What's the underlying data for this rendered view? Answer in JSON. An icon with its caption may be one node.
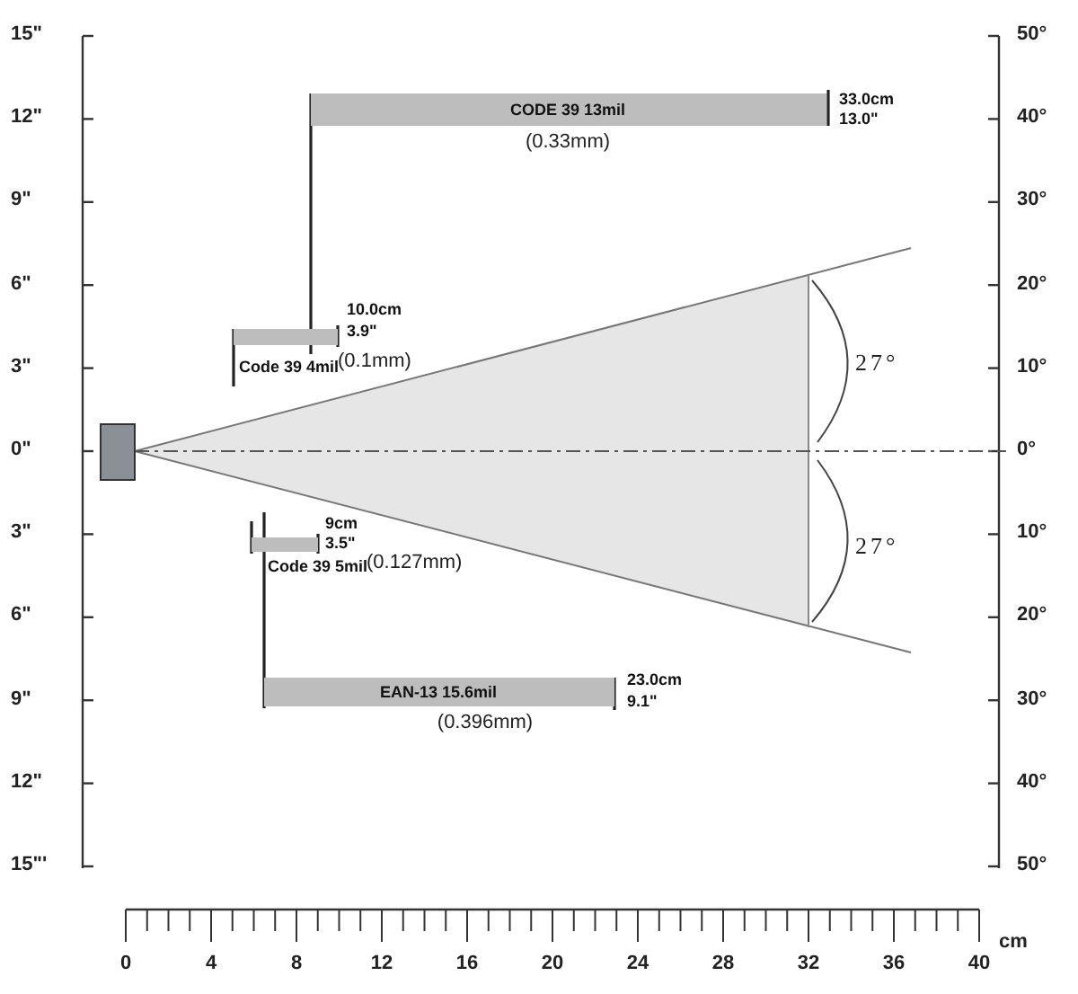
{
  "diagram": {
    "nodes": [
      {
        "text": [
          "CODE 39 13mil"
        ],
        "beside": [
          "33.0cm",
          "13.0\"",
          "(0.33mm)"
        ]
      },
      {
        "text": [
          "Code 39 4mil"
        ],
        "beside": [
          "10.0cm",
          "3.9\"",
          "(0.1mm)"
        ]
      },
      {
        "text": [
          "Code 39 5mil"
        ],
        "beside": [
          "9cm",
          "3.5\"",
          "(0.127mm)"
        ]
      },
      {
        "text": [
          "EAN-13 15.6mil"
        ],
        "beside": [
          "23.0cm",
          "9.1\"",
          "(0.396mm)"
        ]
      }
    ],
    "edges": [],
    "labels": [
      "15\"",
      "12\"",
      "9\"",
      "6\"",
      "3\"",
      "0\"",
      "3\"",
      "6\"",
      "9\"",
      "12\"",
      "15\"'",
      "50°",
      "40°",
      "30°",
      "20°",
      "10°",
      "0°",
      "10°",
      "20°",
      "30°",
      "40°",
      "50°",
      "27°",
      "27°",
      "0",
      "4",
      "8",
      "12",
      "16",
      "20",
      "24",
      "28",
      "32",
      "36",
      "40",
      "cm"
    ]
  }
}
